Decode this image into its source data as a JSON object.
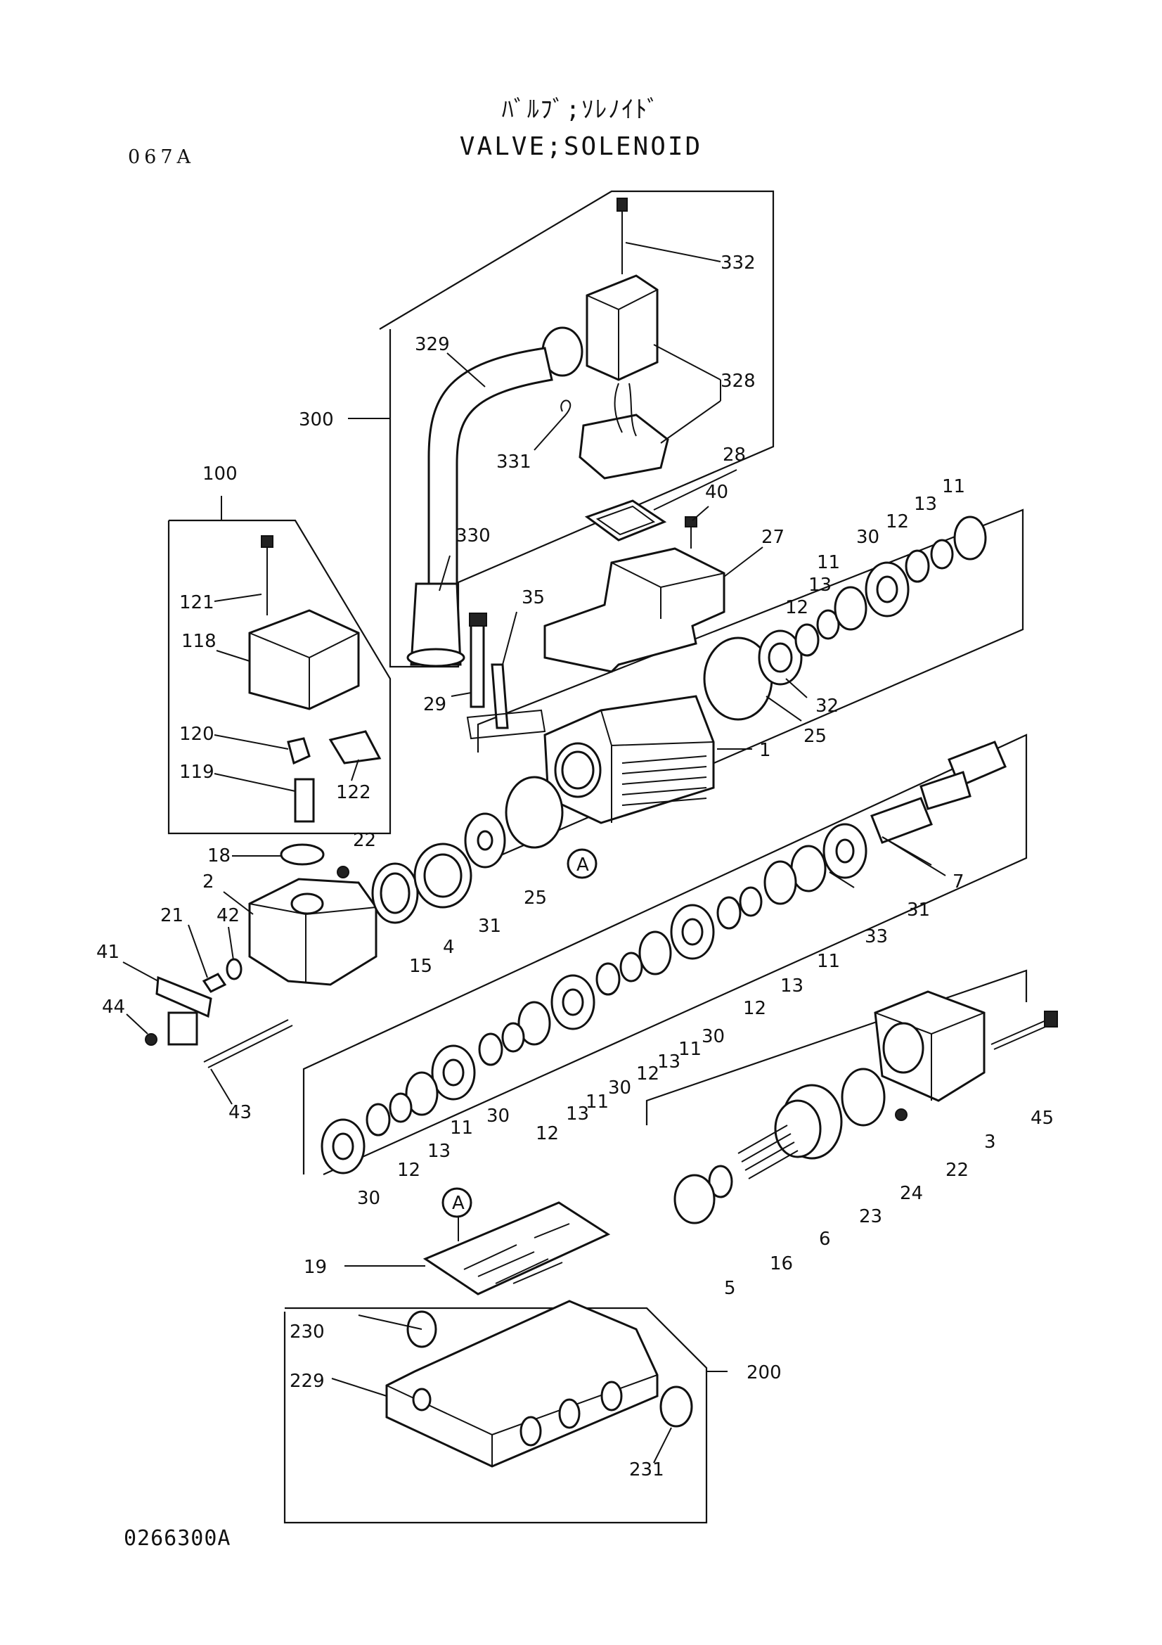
{
  "title_jp": "ﾊﾞﾙﾌﾞ;ｿﾚﾉｲﾄﾞ",
  "title_en": "VALVE;SOLENOID",
  "page_code": "067A",
  "doc_code": "0266300A",
  "ref_marker": "A",
  "callouts": {
    "c1": "1",
    "c2": "2",
    "c3": "3",
    "c4": "4",
    "c5": "5",
    "c6": "6",
    "c7": "7",
    "c11": "11",
    "c12": "12",
    "c13": "13",
    "c15": "15",
    "c16": "16",
    "c18": "18",
    "c19": "19",
    "c21": "21",
    "c22": "22",
    "c23": "23",
    "c24": "24",
    "c25": "25",
    "c27": "27",
    "c28": "28",
    "c29": "29",
    "c30": "30",
    "c31": "31",
    "c32": "32",
    "c33": "33",
    "c35": "35",
    "c40": "40",
    "c41": "41",
    "c42": "42",
    "c43": "43",
    "c44": "44",
    "c45": "45",
    "c100": "100",
    "c118": "118",
    "c119": "119",
    "c120": "120",
    "c121": "121",
    "c122": "122",
    "c200": "200",
    "c229": "229",
    "c230": "230",
    "c231": "231",
    "c300": "300",
    "c328": "328",
    "c329": "329",
    "c330": "330",
    "c331": "331",
    "c332": "332"
  }
}
